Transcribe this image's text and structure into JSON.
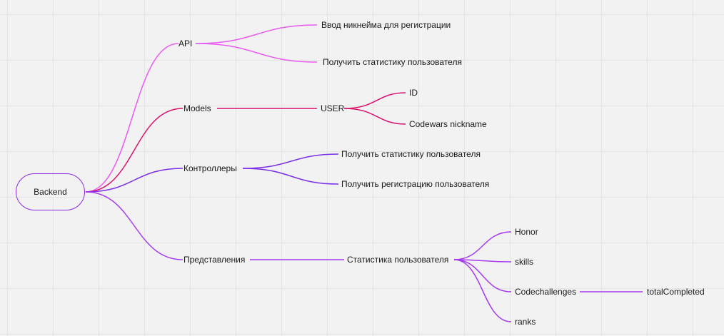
{
  "root": {
    "label": "Backend"
  },
  "colors": {
    "api": "#e85cf0",
    "models": "#d9126b",
    "controllers": "#7b2fe6",
    "views": "#a43bf0"
  },
  "branches": {
    "api": {
      "label": "API",
      "children": [
        "Ввод никнейма для регистрации",
        "Получить статистику пользователя"
      ]
    },
    "models": {
      "label": "Models",
      "child": "USER",
      "grandchildren": [
        "ID",
        "Codewars nickname"
      ]
    },
    "controllers": {
      "label": "Контроллеры",
      "children": [
        "Получить статистику пользователя",
        "Получить регистрацию пользователя"
      ]
    },
    "views": {
      "label": "Представления",
      "child": "Статистика пользователя",
      "grandchildren": [
        "Honor",
        "skills",
        "Codechallenges",
        "ranks"
      ],
      "codechallenges_child": "totalCompleted"
    }
  }
}
